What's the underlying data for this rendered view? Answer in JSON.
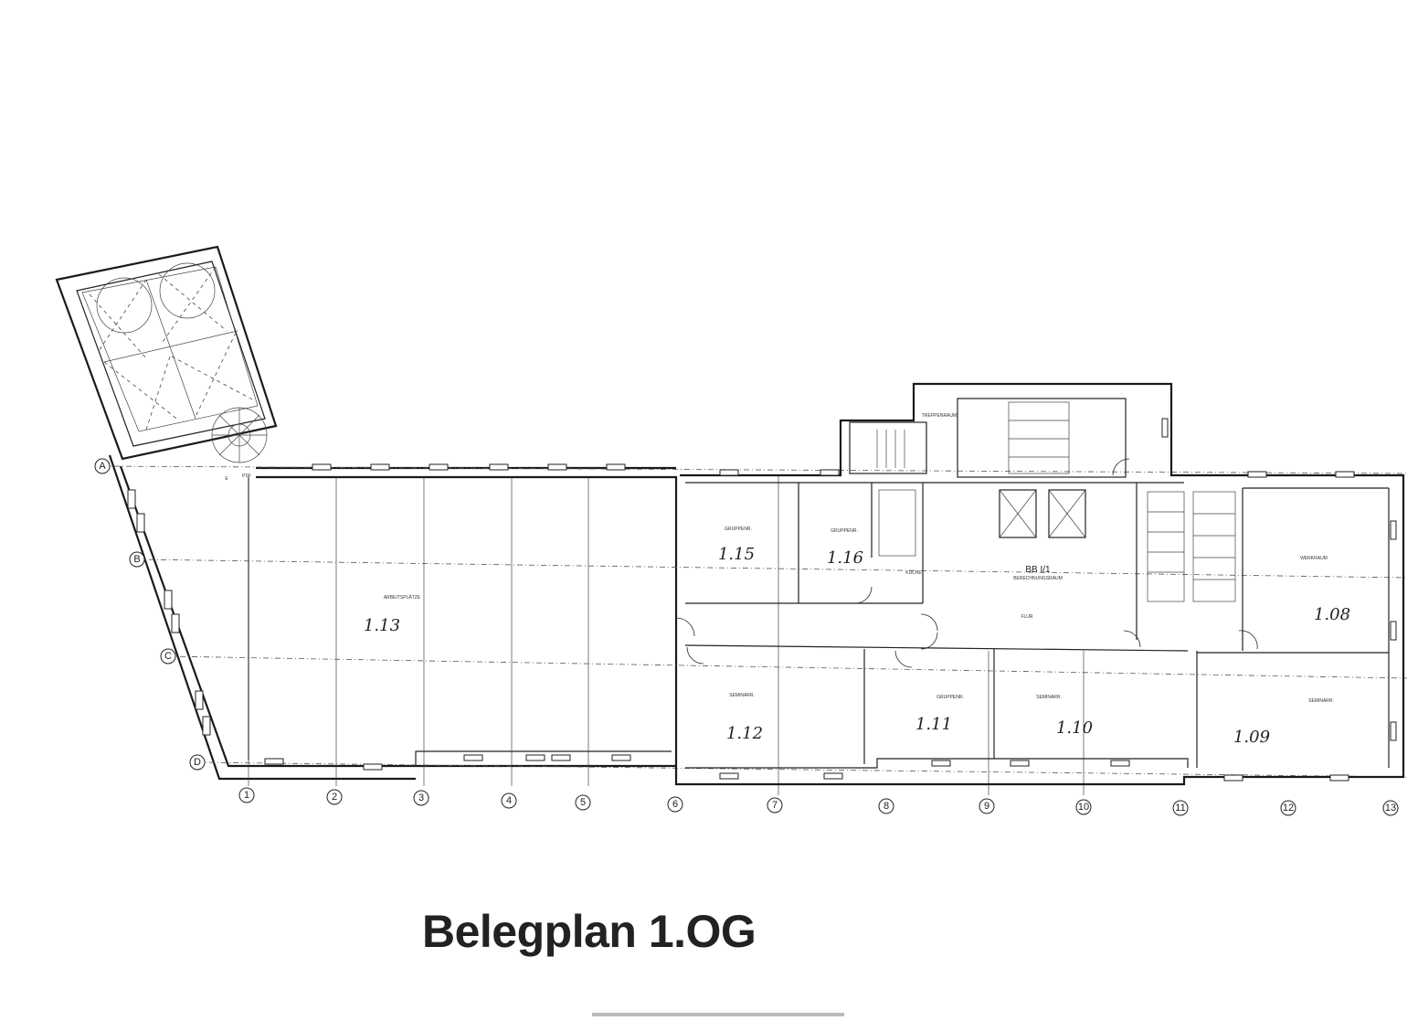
{
  "title": "Belegplan 1.OG",
  "axes": {
    "rows": [
      "A",
      "B",
      "C",
      "D"
    ],
    "columns": [
      "1",
      "2",
      "3",
      "4",
      "5",
      "6",
      "7",
      "8",
      "9",
      "10",
      "11",
      "12",
      "13"
    ]
  },
  "rooms": [
    {
      "id": "r113",
      "number": "1.13",
      "type": "ARBEITSPLÄTZE"
    },
    {
      "id": "r115",
      "number": "1.15",
      "type": "GRUPPENR."
    },
    {
      "id": "r116",
      "number": "1.16",
      "type": "GRUPPENR."
    },
    {
      "id": "r112",
      "number": "1.12",
      "type": "SEMINARR."
    },
    {
      "id": "r111",
      "number": "1.11",
      "type": "GRUPPENR."
    },
    {
      "id": "r110",
      "number": "1.10",
      "type": "SEMINARR."
    },
    {
      "id": "r109",
      "number": "1.09",
      "type": "SEMINARR."
    },
    {
      "id": "r108",
      "number": "1.08",
      "type": "WERKRAUM"
    }
  ],
  "labels": {
    "bb": "BB I/1",
    "bb_sub": "BERECHNUNGSRAUM",
    "flur": "FLUR",
    "kueche": "KÜCHE",
    "stair_label": "TREPPENRAUM",
    "e": "E",
    "psf": "PSF"
  }
}
